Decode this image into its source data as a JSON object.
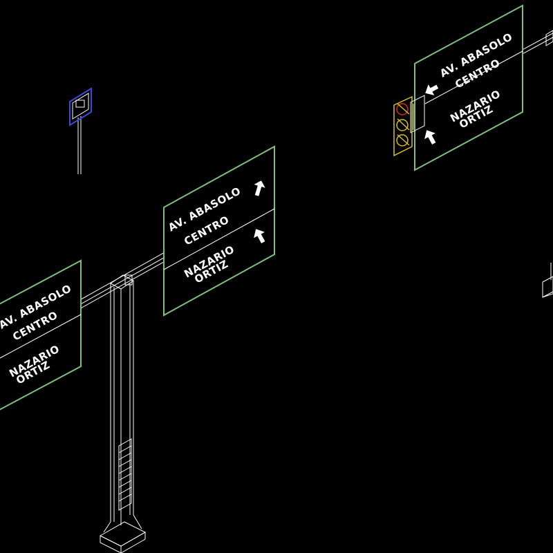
{
  "drawing": {
    "background": "#000000",
    "line_color": "#ffffff",
    "panel_border_color": "#7fc07f",
    "small_sign_border_color": "#3b4bd8",
    "signal_color": "#d8c020",
    "signal_accent_color": "#d83020"
  },
  "signs": {
    "center": {
      "line1": "AV. ABASOLO",
      "line2": "CENTRO",
      "line3": "NAZARIO",
      "line4": "ORTIZ",
      "arrow1_icon": "arrow-up-right-icon",
      "arrow2_icon": "arrow-up-icon"
    },
    "left": {
      "line1": "AV. ABASOLO",
      "line2": "CENTRO",
      "line3": "NAZARIO",
      "line4": "ORTIZ"
    },
    "right": {
      "line1": "AV. ABASOLO",
      "line2": "CENTRO",
      "line3": "NAZARIO",
      "line4": "ORTIZ",
      "arrow1_icon": "arrow-left-icon",
      "arrow2_icon": "arrow-up-icon"
    }
  }
}
